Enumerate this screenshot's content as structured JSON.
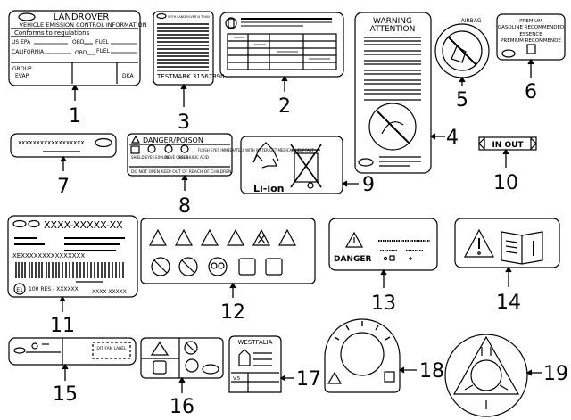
{
  "labels": {
    "l1": {
      "brand": "LANDROVER",
      "subtitle": "VEHICLE EMISSION CONTROL INFORMATION",
      "conforms": "Conforms to regulations",
      "us_epa": "US EPA",
      "obd1": "OBD",
      "fuel1": "FUEL",
      "california": "CALIFORNIA",
      "obd2": "OBD",
      "fuel2": "FUEL",
      "group": "GROUP",
      "evap": "EVAP",
      "dka": "DKA"
    },
    "l3": {
      "top": "WITH LANDROVER N TRUN",
      "testmark": "TESTMARK 31567890"
    },
    "l4": {
      "warning": "WARNING",
      "attention": "ATTENTION"
    },
    "l5": {
      "airbag": "AIRBAG"
    },
    "l6": {
      "premium": "PREMIUM",
      "gasoline": "GASOLINE RECOMMENDED",
      "essence": "ESSENCE",
      "premium_fr": "PREMIUM RECOMMENDE"
    },
    "l7": {
      "code": "xxxxxxxxxxxxxxxxxx"
    },
    "l8": {
      "title": "DANGER/POISON",
      "c1": "SHIELD EYES EXPLOSIVE GASES",
      "c2": "NO",
      "c3": "SULPHURIC ACID",
      "c4": "FLUSH EYES IMMEDIATELY WITH WATER GET MEDICAL HELP FAST",
      "footer": "DO NOT OPEN KEEP OUT OF REACH OF CHILDREN"
    },
    "l9": {
      "text": "Li-ion"
    },
    "l10": {
      "text": "IN OUT"
    },
    "l11": {
      "code": "XXXX-XXXXX-XX",
      "vin": "XEXXXXXXXXXXXXXXX",
      "res": "100 RES - XXXXXX",
      "code2": "XXXX XXXXX",
      "e1": "E1"
    },
    "l13": {
      "danger": "DANGER"
    },
    "l15": {
      "label": "DIT FAN LABEL"
    },
    "l17": {
      "brand": "WESTFALIA",
      "v": "V.5"
    }
  },
  "callouts": [
    "1",
    "2",
    "3",
    "4",
    "5",
    "6",
    "7",
    "8",
    "9",
    "10",
    "11",
    "12",
    "13",
    "14",
    "15",
    "16",
    "17",
    "18",
    "19"
  ]
}
